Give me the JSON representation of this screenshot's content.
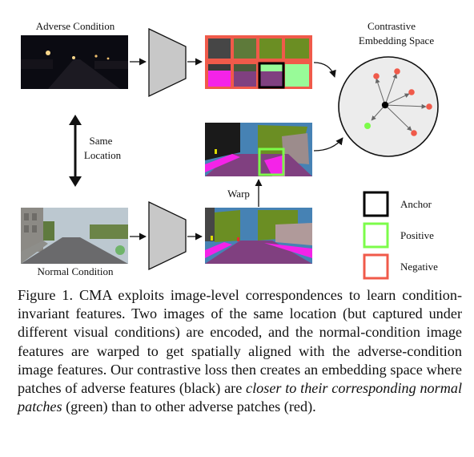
{
  "figure": {
    "label_adverse": "Adverse Condition",
    "label_normal": "Normal Condition",
    "label_same_line1": "Same",
    "label_same_line2": "Location",
    "label_warp": "Warp",
    "label_space_line1": "Contrastive",
    "label_space_line2": "Embedding Space",
    "legend": [
      {
        "label": "Anchor",
        "color": "#000000"
      },
      {
        "label": "Positive",
        "color": "#7cfc4a"
      },
      {
        "label": "Negative",
        "color": "#f05a4a"
      }
    ],
    "colors": {
      "anchor": "#000000",
      "positive": "#7cfc4a",
      "negative": "#f05a4a",
      "encoder": "#c8c8c8",
      "sky": "#4682b4",
      "road": "#804080",
      "sidewalk": "#f423e8",
      "vegetation": "#6b8e23",
      "building": "#464646",
      "terrain": "#98fb98"
    }
  },
  "caption": {
    "prefix": "Figure 1. CMA exploits image-level correspondences to learn condition-invariant features.  Two images of the same location (but captured under different visual conditions) are encoded, and the normal-condition image features are warped to get spatially aligned with the adverse-condition image features. Our contrastive loss then creates an embedding space where patches of adverse features (black) are ",
    "emphasis": "closer to their corresponding normal patches",
    "suffix": " (green) than to other adverse patches (red)."
  }
}
